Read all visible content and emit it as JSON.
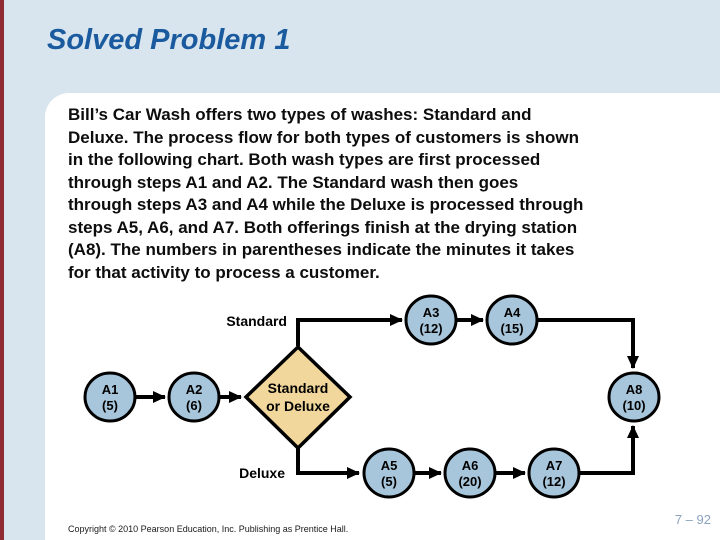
{
  "slide": {
    "title": "Solved Problem 1",
    "body_lines": [
      "Bill’s Car Wash offers two types of washes: Standard and",
      "Deluxe. The process flow for both types of customers is shown",
      "in the following chart. Both wash types are first processed",
      "through steps A1 and A2. The Standard wash then goes",
      "through steps A3 and A4 while the Deluxe is processed through",
      "steps A5, A6, and A7. Both offerings finish at the drying station",
      "(A8). The numbers in parentheses indicate the minutes it takes",
      "for that activity to process a customer."
    ],
    "footer": {
      "copyright": "Copyright © 2010 Pearson Education, Inc. Publishing as Prentice Hall.",
      "page_number": "7 – 92"
    }
  },
  "diagram": {
    "type": "process-flowchart",
    "branch_labels": {
      "standard": "Standard",
      "deluxe": "Deluxe"
    },
    "decision": {
      "label_line1": "Standard",
      "label_line2": "or Deluxe"
    },
    "nodes": [
      {
        "name": "A1",
        "time": "(5)"
      },
      {
        "name": "A2",
        "time": "(6)"
      },
      {
        "name": "A3",
        "time": "(12)"
      },
      {
        "name": "A4",
        "time": "(15)"
      },
      {
        "name": "A5",
        "time": "(5)"
      },
      {
        "name": "A6",
        "time": "(20)"
      },
      {
        "name": "A7",
        "time": "(12)"
      },
      {
        "name": "A8",
        "time": "(10)"
      }
    ],
    "flow": [
      "A1 -> A2",
      "A2 -> decision",
      "decision -Standard-> A3 -> A4 -> A8",
      "decision -Deluxe-> A5 -> A6 -> A7 -> A8"
    ],
    "colors": {
      "node_fill": "#a8c6db",
      "decision_fill": "#f2d79c",
      "line": "#000000"
    }
  },
  "theme": {
    "background": "#d8e5ee",
    "panel": "#ffffff",
    "accent_bar": "#8f2b32",
    "title_color": "#1a5a9e",
    "page_number_color": "#8ba3bd"
  }
}
